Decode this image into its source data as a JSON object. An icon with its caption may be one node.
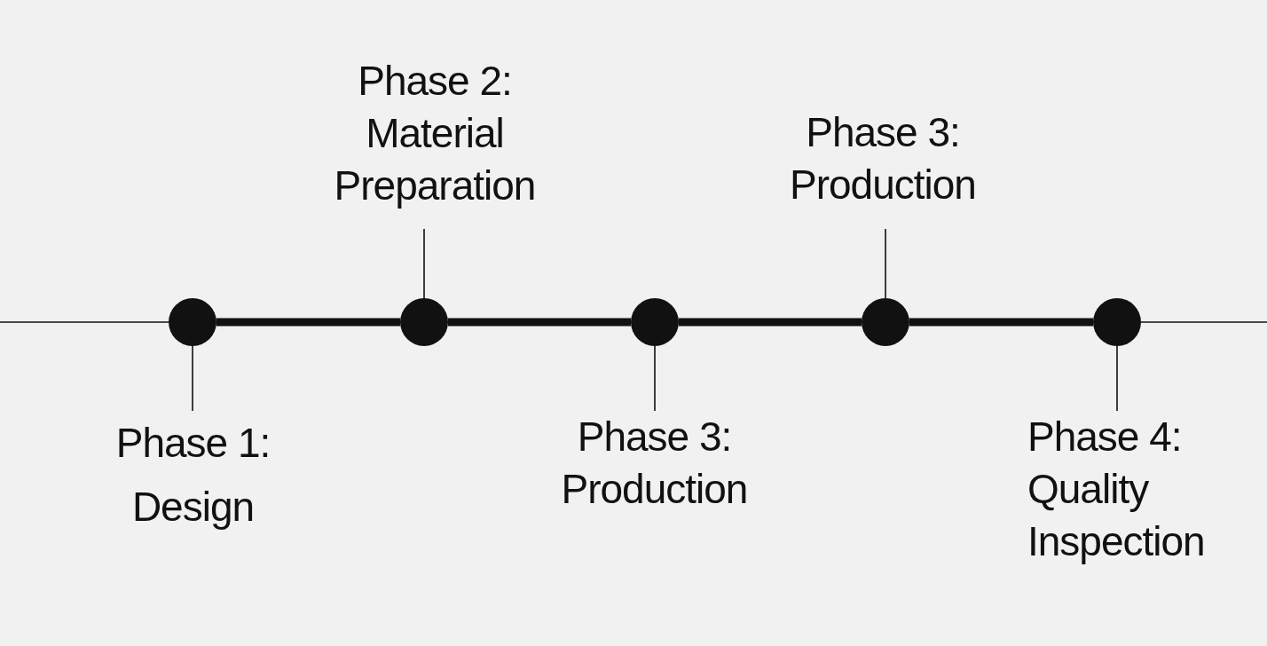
{
  "diagram": {
    "nodes": [
      {
        "text": [
          "Phase 2: Material Preparation"
        ]
      },
      {
        "text": [
          "Phase 3: Production"
        ]
      },
      {
        "text": [],
        "shape": "circle"
      },
      {
        "text": [],
        "shape": "circle"
      },
      {
        "text": [],
        "shape": "circle"
      },
      {
        "text": [],
        "shape": "circle"
      },
      {
        "text": [],
        "shape": "circle"
      },
      {
        "text": [
          "Phase 1: Design"
        ]
      },
      {
        "text": [
          "Phase 3: Production"
        ]
      },
      {
        "text": [
          "Phase 4: Quality Inspection"
        ]
      }
    ],
    "edges": [
      {
        "from": null,
        "to": 2,
        "arrow": "none"
      },
      {
        "from": 2,
        "to": 3,
        "arrow": "none",
        "style": "thick"
      },
      {
        "from": 3,
        "to": 4,
        "arrow": "none",
        "style": "thick"
      },
      {
        "from": 4,
        "to": 5,
        "arrow": "none",
        "style": "thick"
      },
      {
        "from": 5,
        "to": 6,
        "arrow": "none",
        "style": "thick"
      },
      {
        "from": 6,
        "to": null,
        "arrow": "none"
      },
      {
        "from": 7,
        "to": 2,
        "arrow": "none"
      },
      {
        "from": 0,
        "to": 3,
        "arrow": "none"
      },
      {
        "from": 8,
        "to": 4,
        "arrow": "none"
      },
      {
        "from": 1,
        "to": 5,
        "arrow": "none"
      },
      {
        "from": 9,
        "to": 6,
        "arrow": "none"
      }
    ]
  }
}
